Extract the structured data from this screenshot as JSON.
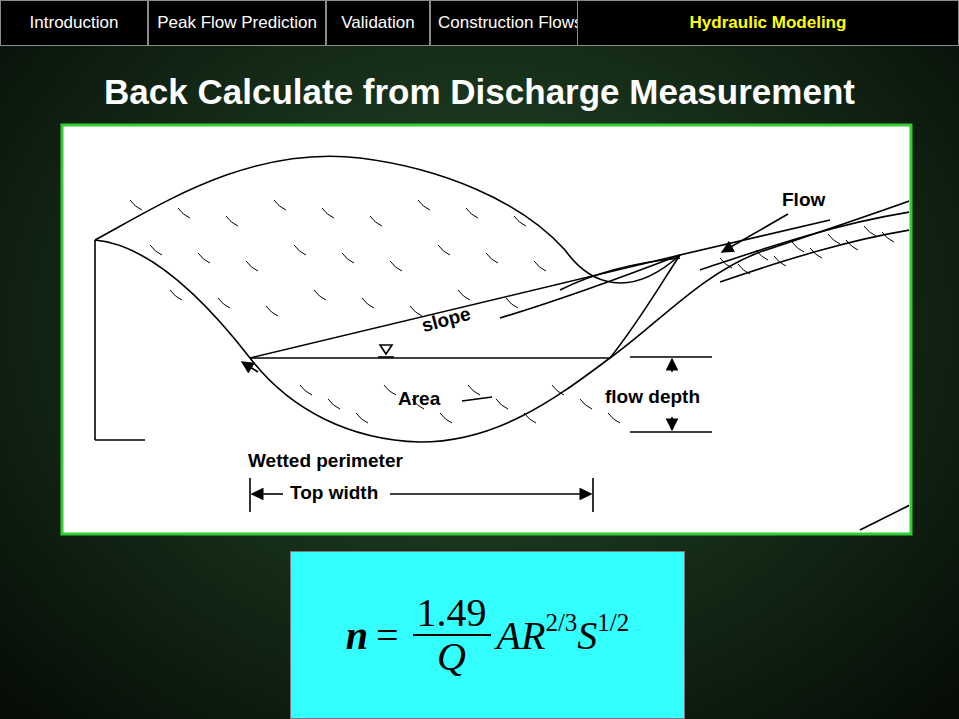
{
  "diagram": {
    "title": "Back Calculate from Discharge Measurement",
    "nodes": [
      {
        "text": [
          "Introduction"
        ]
      },
      {
        "text": [
          "Peak Flow Prediction"
        ]
      },
      {
        "text": [
          "Validation"
        ]
      },
      {
        "text": [
          "Construction Flows"
        ]
      },
      {
        "text": [
          "Hydraulic Modeling"
        ]
      },
      {
        "text": [
          "n",
          "=",
          "1.49",
          "Q",
          "AR",
          "2/3",
          "S",
          "1/2"
        ]
      }
    ],
    "labels": [
      "Flow",
      "slope",
      "Area",
      "flow depth",
      "Wetted perimeter",
      "Top width"
    ]
  }
}
